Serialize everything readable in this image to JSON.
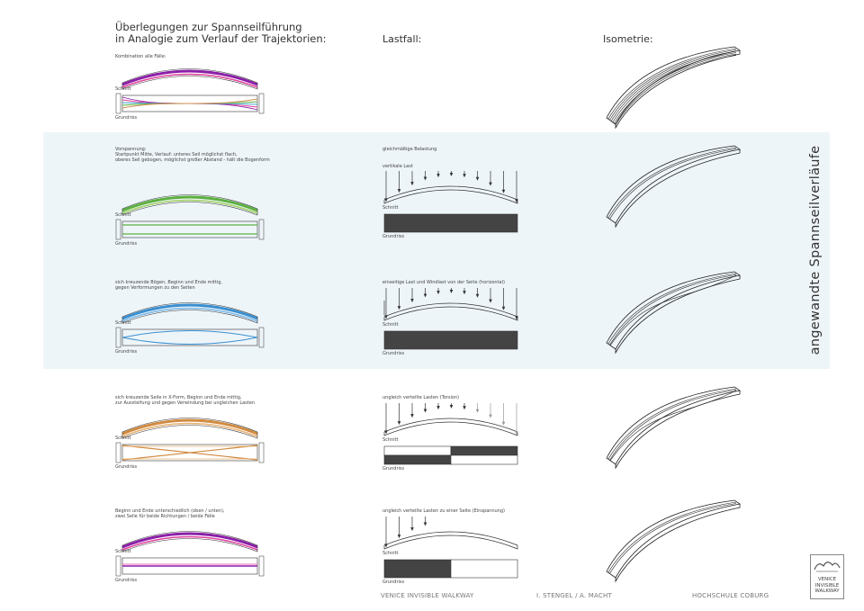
{
  "header": {
    "title_line1": "Überlegungen zur Spannseilführung",
    "title_line2": "in Analogie zum Verlauf der Trajektorien:",
    "lastfall": "Lastfall:",
    "isometrie": "Isometrie:"
  },
  "side_title": "angewandte Spannseilverläufe",
  "labels": {
    "schnitt": "Schnitt",
    "grundriss": "Grundriss"
  },
  "rows": [
    {
      "desc": "Kombination alle Fälle:",
      "load_desc": "",
      "load_sub": "",
      "colors": [
        "#8b1fa8",
        "#e0409a",
        "#3aa0d0",
        "#5cb040",
        "#d09050"
      ]
    },
    {
      "desc": "Vorspannung:\nStartpunkt Mitte, Verlauf: unteres Seil möglichst flach,\noberes Seil gebogen, möglichst großer Abstand - hält die Bogenform",
      "load_desc": "gleichmäßige Belastung",
      "load_sub": "vertikale Last",
      "colors": [
        "#5cb040",
        "#a0d060"
      ]
    },
    {
      "desc": "sich kreuzende Bögen, Beginn und Ende mittig,\ngegen Verformungen zu den Seiten",
      "load_desc": "einseitige Last und Windlast von der Seite (horizontal)",
      "load_sub": "",
      "colors": [
        "#3a8fd0",
        "#7ab8e8"
      ]
    },
    {
      "desc": "sich kreuzende Seile in X-Form, Beginn und Ende mittig,\nzur Aussteifung und gegen Verwindung bei ungleichen Lasten",
      "load_desc": "ungleich verteilte Lasten (Torsion)",
      "load_sub": "",
      "colors": [
        "#d08a40",
        "#e8b070"
      ]
    },
    {
      "desc": "Beginn und Ende unterschiedlich (oben / unten),\nzwei Seile für beide Richtungen / beide Fälle",
      "load_desc": "ungleich verteilte Lasten zu einer Seite (Einspannung)",
      "load_sub": "",
      "colors": [
        "#8b1fa8",
        "#e040a0"
      ]
    }
  ],
  "footer": {
    "project": "VENICE INVISIBLE WALKWAY",
    "authors": "I. STENGEL / A. MACHT",
    "school": "HOCHSCHULE COBURG"
  },
  "logo": {
    "line1": "VENICE",
    "line2": "INVISIBLE",
    "line3": "WALKWAY"
  }
}
